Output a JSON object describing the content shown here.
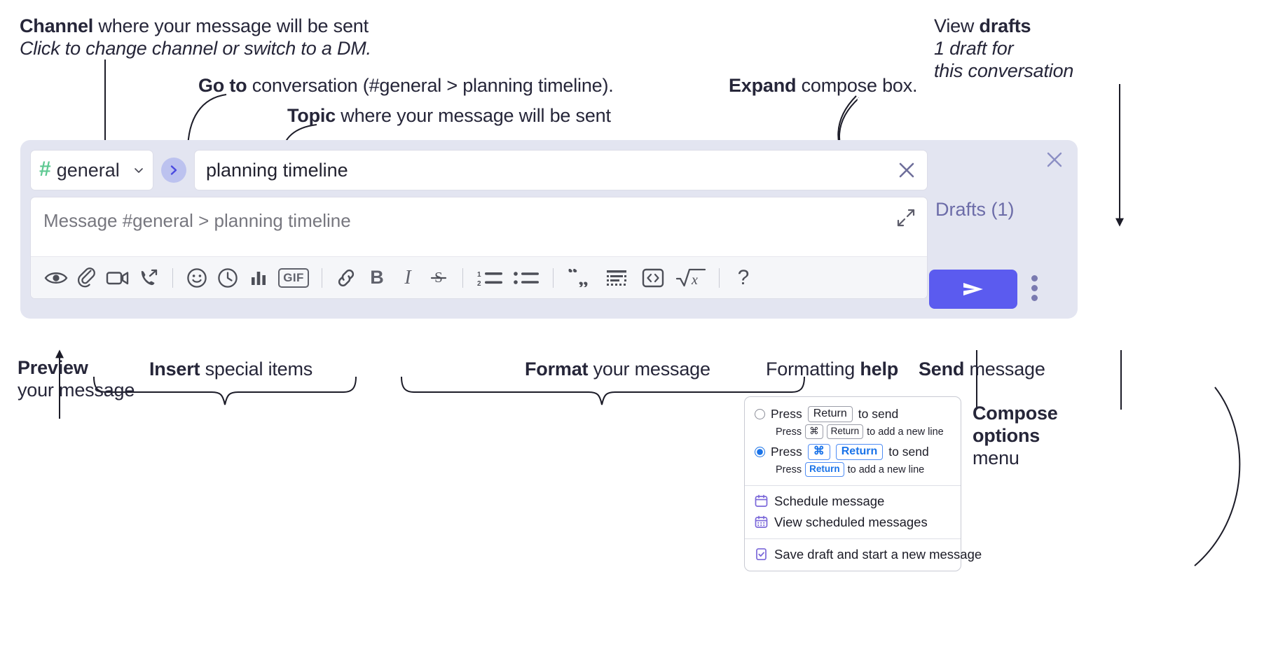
{
  "annotations": [
    {
      "id": "channel",
      "bold": "Channel",
      "rest": " where your message will be sent",
      "italic": "Click to change channel or switch to a DM."
    },
    {
      "id": "goto",
      "bold": "Go to",
      "rest": " conversation (#general > planning timeline)."
    },
    {
      "id": "topic",
      "bold": "Topic",
      "rest": " where your message will be sent"
    },
    {
      "id": "expand",
      "bold": "Expand",
      "rest": " compose box."
    },
    {
      "id": "drafts",
      "lead": "View ",
      "bold": "drafts",
      "italic1": "1 draft for",
      "italic2": "this conversation"
    },
    {
      "id": "preview",
      "bold": "Preview",
      "rest2": "your message"
    },
    {
      "id": "insert",
      "bold": "Insert",
      "rest": " special items"
    },
    {
      "id": "format",
      "bold": "Format",
      "rest": " your message"
    },
    {
      "id": "help",
      "lead": "Formatting ",
      "bold": "help"
    },
    {
      "id": "send",
      "bold": "Send",
      "rest": " message"
    },
    {
      "id": "compose-options",
      "bold1": "Compose",
      "bold2": "options",
      "rest2": "menu"
    }
  ],
  "compose": {
    "channel": {
      "hash": "#",
      "name": "general",
      "icon": "hash-icon",
      "chevron": "chevron-down-icon"
    },
    "goto_button": {
      "icon": "chevron-right-icon"
    },
    "topic": {
      "value": "planning timeline",
      "clear_icon": "close-icon"
    },
    "message": {
      "placeholder": "Message #general > planning timeline",
      "expand_icon": "expand-arrows-icon"
    },
    "toolbar": [
      {
        "name": "preview-button",
        "icon": "eye-icon"
      },
      {
        "name": "attach-button",
        "icon": "paperclip-icon"
      },
      {
        "name": "video-clip-button",
        "icon": "video-camera-icon"
      },
      {
        "name": "audio-clip-button",
        "icon": "phone-forward-icon"
      },
      {
        "name": "separator-1",
        "icon": "divider"
      },
      {
        "name": "emoji-button",
        "icon": "smiley-icon"
      },
      {
        "name": "schedule-button",
        "icon": "clock-icon"
      },
      {
        "name": "poll-button",
        "icon": "bar-chart-icon"
      },
      {
        "name": "gif-button",
        "icon": "gif-icon",
        "label": "GIF"
      },
      {
        "name": "separator-2",
        "icon": "divider"
      },
      {
        "name": "link-button",
        "icon": "link-icon"
      },
      {
        "name": "bold-button",
        "icon": "bold-icon",
        "label": "B"
      },
      {
        "name": "italic-button",
        "icon": "italic-icon",
        "label": "I"
      },
      {
        "name": "strikethrough-button",
        "icon": "strikethrough-icon",
        "label": "S"
      },
      {
        "name": "separator-3",
        "icon": "divider"
      },
      {
        "name": "ordered-list-button",
        "icon": "numbered-list-icon"
      },
      {
        "name": "bullet-list-button",
        "icon": "bullet-list-icon"
      },
      {
        "name": "separator-4",
        "icon": "divider"
      },
      {
        "name": "blockquote-button",
        "icon": "quote-icon"
      },
      {
        "name": "code-block-button",
        "icon": "code-block-icon"
      },
      {
        "name": "inline-code-button",
        "icon": "angle-brackets-icon"
      },
      {
        "name": "math-button",
        "icon": "square-root-icon"
      },
      {
        "name": "separator-5",
        "icon": "divider"
      },
      {
        "name": "formatting-help-button",
        "icon": "question-mark-icon",
        "label": "?"
      }
    ],
    "drafts_label": "Drafts (1)",
    "send_button": {
      "icon": "send-paper-plane-icon"
    },
    "options_button": {
      "icon": "kebab-menu-icon"
    },
    "close_button": {
      "icon": "close-icon"
    }
  },
  "compose_menu": {
    "options": [
      {
        "selected": false,
        "main": {
          "pre": "Press",
          "keys": [
            "Return"
          ],
          "post": "to send"
        },
        "sub": {
          "pre": "Press",
          "keys": [
            "⌘",
            "Return"
          ],
          "post": "to add a new line"
        }
      },
      {
        "selected": true,
        "main": {
          "pre": "Press",
          "keys": [
            "⌘",
            "Return"
          ],
          "post": "to send"
        },
        "sub": {
          "pre": "Press",
          "keys": [
            "Return"
          ],
          "post": "to add a new line"
        }
      }
    ],
    "items": [
      {
        "label": "Schedule message",
        "icon": "calendar-icon"
      },
      {
        "label": "View scheduled messages",
        "icon": "calendar-grid-icon"
      },
      {
        "label": "Save draft and start a new message",
        "icon": "document-check-icon"
      }
    ]
  },
  "colors": {
    "widget_bg": "#e3e5f1",
    "send_button": "#5b5bef",
    "accent_blue": "#1a73e8",
    "hash_green": "#5ec992",
    "drafts_text": "#6c6ca8",
    "goto_circle": "#bcc2ef",
    "menu_icon_purple": "#7b68d9"
  }
}
